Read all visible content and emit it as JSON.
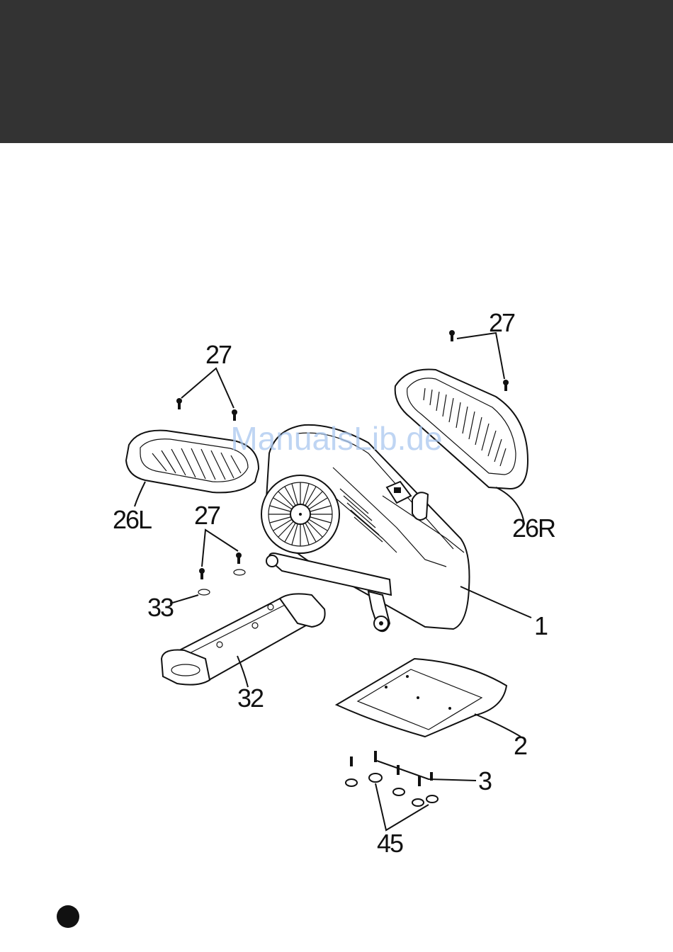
{
  "watermark": "ManualsLib.de",
  "labels": {
    "l27_left": "27",
    "l27_right": "27",
    "l27_mid": "27",
    "l26L": "26L",
    "l26R": "26R",
    "l33": "33",
    "l32": "32",
    "l1": "1",
    "l2": "2",
    "l3": "3",
    "l45": "45"
  },
  "colors": {
    "header": "#333333",
    "line": "#111111",
    "watermark": "#aac8ef"
  }
}
